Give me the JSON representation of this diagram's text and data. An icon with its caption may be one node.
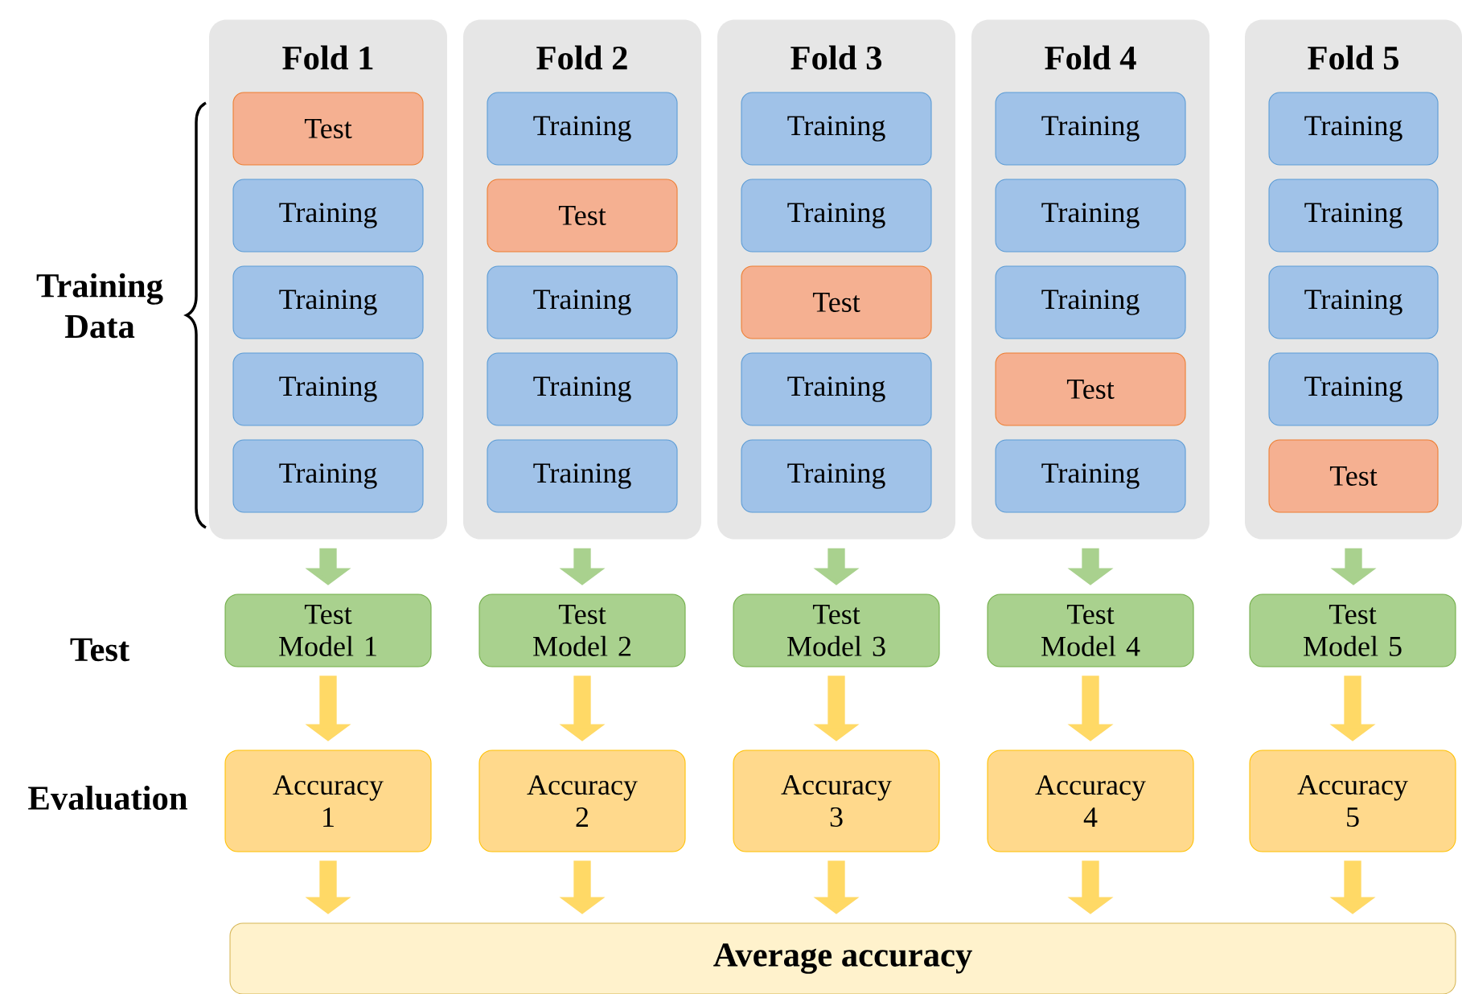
{
  "diagram": {
    "nodes": [
      {
        "text": [
          "Fold 1"
        ]
      },
      {
        "text": [
          "Test"
        ],
        "in": 0
      },
      {
        "text": [
          "Training"
        ],
        "in": 0
      },
      {
        "text": [
          "Training"
        ],
        "in": 0
      },
      {
        "text": [
          "Training"
        ],
        "in": 0
      },
      {
        "text": [
          "Training"
        ],
        "in": 0
      },
      {
        "text": [
          "Fold 2"
        ]
      },
      {
        "text": [
          "Training"
        ],
        "in": 6
      },
      {
        "text": [
          "Test"
        ],
        "in": 6
      },
      {
        "text": [
          "Training"
        ],
        "in": 6
      },
      {
        "text": [
          "Training"
        ],
        "in": 6
      },
      {
        "text": [
          "Training"
        ],
        "in": 6
      },
      {
        "text": [
          "Fold 3"
        ]
      },
      {
        "text": [
          "Training"
        ],
        "in": 12
      },
      {
        "text": [
          "Training"
        ],
        "in": 12
      },
      {
        "text": [
          "Test"
        ],
        "in": 12
      },
      {
        "text": [
          "Training"
        ],
        "in": 12
      },
      {
        "text": [
          "Training"
        ],
        "in": 12
      },
      {
        "text": [
          "Fold 4"
        ]
      },
      {
        "text": [
          "Training"
        ],
        "in": 18
      },
      {
        "text": [
          "Training"
        ],
        "in": 18
      },
      {
        "text": [
          "Training"
        ],
        "in": 18
      },
      {
        "text": [
          "Test"
        ],
        "in": 18
      },
      {
        "text": [
          "Training"
        ],
        "in": 18
      },
      {
        "text": [
          "Fold 5"
        ]
      },
      {
        "text": [
          "Training"
        ],
        "in": 24
      },
      {
        "text": [
          "Training"
        ],
        "in": 24
      },
      {
        "text": [
          "Training"
        ],
        "in": 24
      },
      {
        "text": [
          "Training"
        ],
        "in": 24
      },
      {
        "text": [
          "Test"
        ],
        "in": 24
      },
      {
        "text": [
          "Test Model 1"
        ]
      },
      {
        "text": [
          "Test Model 2"
        ]
      },
      {
        "text": [
          "Test Model 3"
        ]
      },
      {
        "text": [
          "Test Model 4"
        ]
      },
      {
        "text": [
          "Test Model 5"
        ]
      },
      {
        "text": [
          "Accuracy 1"
        ]
      },
      {
        "text": [
          "Accuracy 2"
        ]
      },
      {
        "text": [
          "Accuracy 3"
        ]
      },
      {
        "text": [
          "Accuracy 4"
        ]
      },
      {
        "text": [
          "Accuracy 5"
        ]
      },
      {
        "text": [
          "Average accuracy"
        ]
      }
    ],
    "edges": [
      {
        "from": 0,
        "to": 30,
        "arrow": "to",
        "color": "#a9d18e"
      },
      {
        "from": 6,
        "to": 31,
        "arrow": "to",
        "color": "#a9d18e"
      },
      {
        "from": 12,
        "to": 32,
        "arrow": "to",
        "color": "#a9d18e"
      },
      {
        "from": 18,
        "to": 33,
        "arrow": "to",
        "color": "#a9d18e"
      },
      {
        "from": 24,
        "to": 34,
        "arrow": "to",
        "color": "#a9d18e"
      },
      {
        "from": 30,
        "to": 35,
        "arrow": "to"
      },
      {
        "from": 31,
        "to": 36,
        "arrow": "to"
      },
      {
        "from": 32,
        "to": 37,
        "arrow": "to"
      },
      {
        "from": 33,
        "to": 38,
        "arrow": "to"
      },
      {
        "from": 34,
        "to": 39,
        "arrow": "to"
      },
      {
        "from": 35,
        "to": 40,
        "arrow": "to"
      },
      {
        "from": 36,
        "to": 40,
        "arrow": "to"
      },
      {
        "from": 37,
        "to": 40,
        "arrow": "to"
      },
      {
        "from": 38,
        "to": 40,
        "arrow": "to"
      },
      {
        "from": 39,
        "to": 40,
        "arrow": "to"
      }
    ],
    "labels": [
      "Training Data",
      "Test",
      "Evaluation"
    ]
  }
}
